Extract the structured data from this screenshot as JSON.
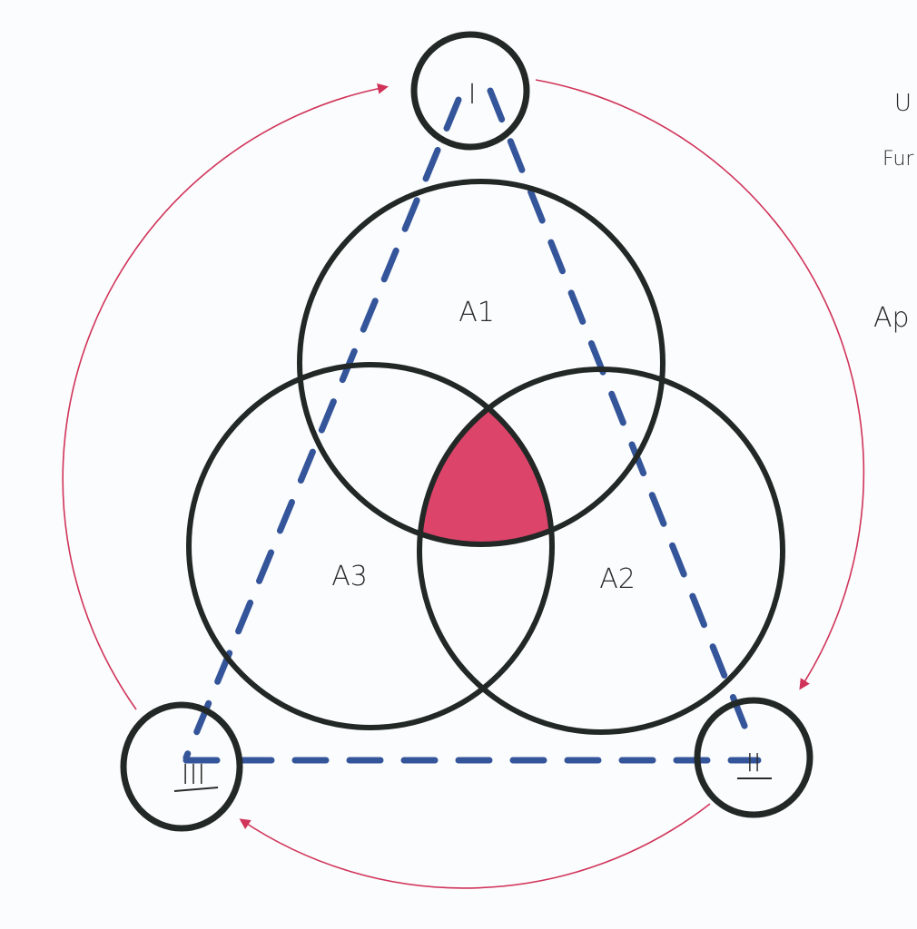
{
  "diagram": {
    "nodes": [
      {
        "id": "I",
        "label": "I"
      },
      {
        "id": "II",
        "label": "II"
      },
      {
        "id": "III",
        "label": "III"
      }
    ],
    "sets": [
      {
        "id": "A1",
        "label": "A1"
      },
      {
        "id": "A2",
        "label": "A2"
      },
      {
        "id": "A3",
        "label": "A3"
      }
    ],
    "side_notes": [
      "U",
      "Fur",
      "Ap"
    ],
    "colors": {
      "outline": "#222826",
      "dashed_link": "#34559a",
      "cycle_arrow": "#d0345a",
      "intersection_fill": "#d8305a"
    }
  }
}
